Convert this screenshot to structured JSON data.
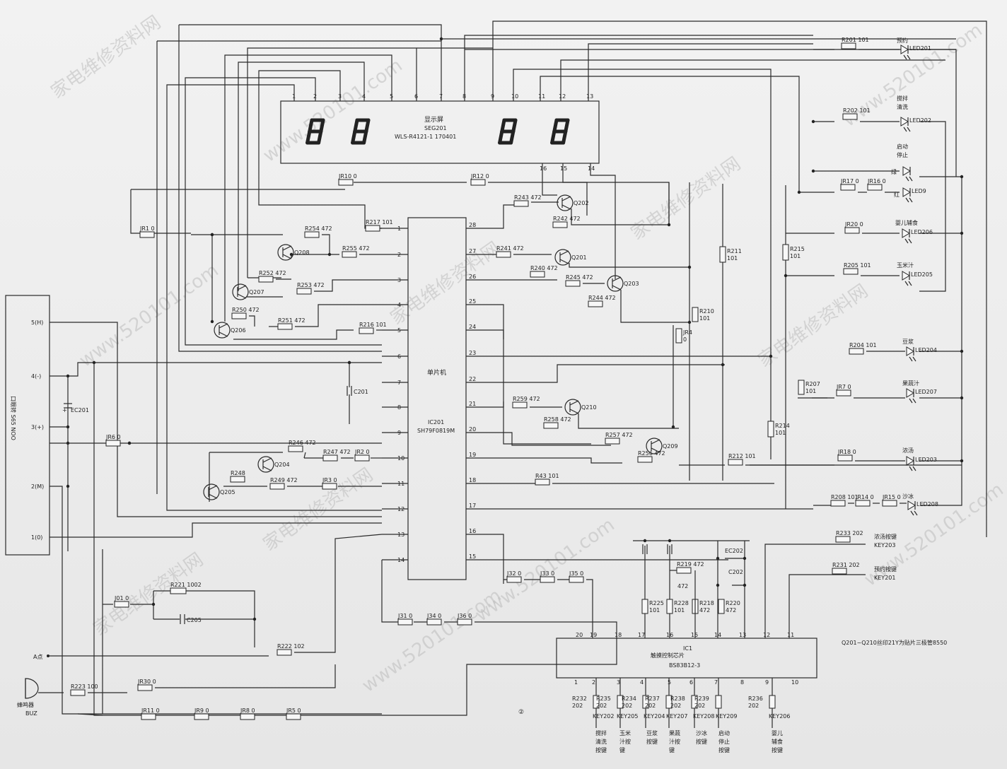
{
  "display": {
    "title": "显示屏",
    "ref": "SEG201",
    "model": "WLS-R4121-1 170401",
    "top_pins": [
      "1",
      "2",
      "3",
      "4",
      "5",
      "6",
      "7",
      "8",
      "9",
      "10",
      "11",
      "12",
      "13"
    ],
    "bottom_pins": [
      "16",
      "15",
      "14"
    ]
  },
  "mcu": {
    "title": "单片机",
    "ref": "IC201",
    "model": "SH79F0819M",
    "left_pins": [
      "1",
      "2",
      "3",
      "4",
      "5",
      "6",
      "7",
      "8",
      "9",
      "10",
      "11",
      "12",
      "13",
      "14"
    ],
    "right_pins": [
      "28",
      "27",
      "26",
      "25",
      "24",
      "23",
      "22",
      "21",
      "20",
      "19",
      "18",
      "17",
      "16",
      "15"
    ]
  },
  "touch_ic": {
    "title": "触摸控制芯片",
    "ref": "IC1",
    "model": "BS83B12-3",
    "top_pins": [
      "20",
      "19",
      "18",
      "17",
      "16",
      "15",
      "14",
      "13",
      "12",
      "11"
    ],
    "bottom_pins": [
      "1",
      "2",
      "3",
      "4",
      "5",
      "6",
      "7",
      "8",
      "9",
      "10"
    ]
  },
  "connector": {
    "label": "口眼转 S65 NOO",
    "pins": [
      "5(H)",
      "4(-)",
      "3(+)",
      "2(M)",
      "1(0)"
    ]
  },
  "resistors": [
    {
      "id": "JR10",
      "v": "0"
    },
    {
      "id": "JR12",
      "v": "0"
    },
    {
      "id": "JR1",
      "v": "0"
    },
    {
      "id": "R254",
      "v": "472"
    },
    {
      "id": "R217",
      "v": "101"
    },
    {
      "id": "R255",
      "v": "472"
    },
    {
      "id": "R252",
      "v": "472"
    },
    {
      "id": "R253",
      "v": "472"
    },
    {
      "id": "R250",
      "v": "472"
    },
    {
      "id": "R251",
      "v": "472"
    },
    {
      "id": "R216",
      "v": "101"
    },
    {
      "id": "R243",
      "v": "472"
    },
    {
      "id": "R242",
      "v": "472"
    },
    {
      "id": "R241",
      "v": "472"
    },
    {
      "id": "R240",
      "v": "472"
    },
    {
      "id": "R245",
      "v": "472"
    },
    {
      "id": "R244",
      "v": "472"
    },
    {
      "id": "JR6",
      "v": "0"
    },
    {
      "id": "R246",
      "v": "472"
    },
    {
      "id": "R247",
      "v": "472"
    },
    {
      "id": "JR2",
      "v": "0"
    },
    {
      "id": "R248",
      "v": ""
    },
    {
      "id": "R249",
      "v": "472"
    },
    {
      "id": "JR3",
      "v": "0"
    },
    {
      "id": "R259",
      "v": "472"
    },
    {
      "id": "R258",
      "v": "472"
    },
    {
      "id": "R257",
      "v": "472"
    },
    {
      "id": "R256",
      "v": "472"
    },
    {
      "id": "R43",
      "v": "101"
    },
    {
      "id": "JR4",
      "v": "0"
    },
    {
      "id": "R210",
      "v": "101"
    },
    {
      "id": "R211",
      "v": "101"
    },
    {
      "id": "R215",
      "v": "101"
    },
    {
      "id": "R214",
      "v": "101"
    },
    {
      "id": "R212",
      "v": "101"
    },
    {
      "id": "J32",
      "v": "0"
    },
    {
      "id": "J33",
      "v": "0"
    },
    {
      "id": "J35",
      "v": "0"
    },
    {
      "id": "J31",
      "v": "0"
    },
    {
      "id": "J34",
      "v": "0"
    },
    {
      "id": "J36",
      "v": "0"
    },
    {
      "id": "J01",
      "v": "0"
    },
    {
      "id": "R221",
      "v": "1002"
    },
    {
      "id": "R222",
      "v": "102"
    },
    {
      "id": "R223",
      "v": "100"
    },
    {
      "id": "JR30",
      "v": "0"
    },
    {
      "id": "JR11",
      "v": "0"
    },
    {
      "id": "JR9",
      "v": "0"
    },
    {
      "id": "JR8",
      "v": "0"
    },
    {
      "id": "JR5",
      "v": "0"
    },
    {
      "id": "R219",
      "v": "472"
    },
    {
      "id": "R225",
      "v": "101"
    },
    {
      "id": "R228",
      "v": "101"
    },
    {
      "id": "R218",
      "v": "472"
    },
    {
      "id": "R220",
      "v": "472"
    },
    {
      "id": "R201",
      "v": "101"
    },
    {
      "id": "R202",
      "v": "101"
    },
    {
      "id": "JR17",
      "v": "0"
    },
    {
      "id": "JR16",
      "v": "0"
    },
    {
      "id": "JR20",
      "v": "0"
    },
    {
      "id": "R205",
      "v": "101"
    },
    {
      "id": "R204",
      "v": "101"
    },
    {
      "id": "R207",
      "v": "101"
    },
    {
      "id": "JR7",
      "v": "0"
    },
    {
      "id": "JR18",
      "v": "0"
    },
    {
      "id": "R208",
      "v": "101"
    },
    {
      "id": "JR14",
      "v": "0"
    },
    {
      "id": "JR15",
      "v": "0"
    },
    {
      "id": "R233",
      "v": "202"
    },
    {
      "id": "R231",
      "v": "202"
    },
    {
      "id": "R232",
      "v": "202"
    },
    {
      "id": "R235",
      "v": "202"
    },
    {
      "id": "R234",
      "v": "202"
    },
    {
      "id": "R237",
      "v": "202"
    },
    {
      "id": "R238",
      "v": "202"
    },
    {
      "id": "R239",
      "v": "202"
    },
    {
      "id": "R236",
      "v": "202"
    }
  ],
  "transistors": [
    "Q202",
    "Q201",
    "Q203",
    "Q208",
    "Q207",
    "Q206",
    "Q204",
    "Q205",
    "Q210",
    "Q209"
  ],
  "capacitors": [
    "C201",
    "EC201",
    "C205",
    "EC202",
    "C202"
  ],
  "leds": [
    {
      "ref": "LED201",
      "label": "预约"
    },
    {
      "ref": "LED202",
      "label": "搅拌清洗"
    },
    {
      "ref": "LED9",
      "label": "启动停止",
      "green": "绿",
      "red": "红"
    },
    {
      "ref": "LED206",
      "label": "婴儿辅食"
    },
    {
      "ref": "LED205",
      "label": "玉米汁"
    },
    {
      "ref": "LED204",
      "label": "豆浆"
    },
    {
      "ref": "LED207",
      "label": "果蔬汁"
    },
    {
      "ref": "LED203",
      "label": "浓汤"
    },
    {
      "ref": "LED208",
      "label": "沙冰"
    }
  ],
  "keys_right": [
    {
      "label": "浓汤按键",
      "key": "KEY203"
    },
    {
      "label": "预约按键",
      "key": "KEY201"
    }
  ],
  "keys_bottom": [
    {
      "label": "搅拌清洗按键",
      "key": "KEY202"
    },
    {
      "label": "玉米汁按键",
      "key": "KEY205"
    },
    {
      "label": "豆浆按键",
      "key": "KEY204"
    },
    {
      "label": "果蔬汁按键",
      "key": "KEY207"
    },
    {
      "label": "沙冰按键",
      "key": "KEY208"
    },
    {
      "label": "启动停止按键",
      "key": "KEY209"
    },
    {
      "label": "婴儿辅食按键",
      "key": "KEY206"
    }
  ],
  "misc": {
    "a_point": "A点",
    "buzzer_label": "蜂鸣器",
    "buzzer_ref": "BUZ",
    "note": "Q201~Q210丝印21Y为贴片三极管8550",
    "page_number": "②",
    "watermark": "家电维修资料网 www.520101.com"
  }
}
